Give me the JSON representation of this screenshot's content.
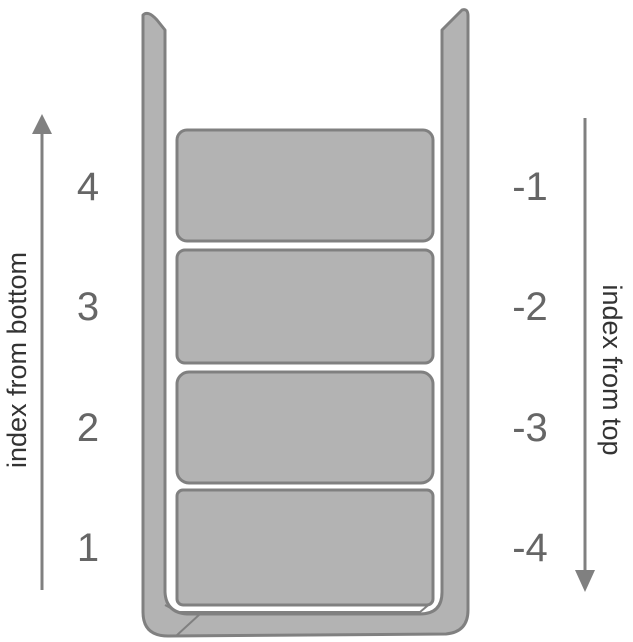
{
  "colors": {
    "stroke": "#808080",
    "fill": "#b3b3b3",
    "label": "#666666",
    "axis_text": "#333333"
  },
  "left_axis": {
    "label": "index from bottom",
    "direction": "up",
    "indices": [
      "4",
      "3",
      "2",
      "1"
    ]
  },
  "right_axis": {
    "label": "index from top",
    "direction": "down",
    "indices": [
      "-1",
      "-2",
      "-3",
      "-4"
    ]
  },
  "stack": {
    "item_count": 4
  }
}
